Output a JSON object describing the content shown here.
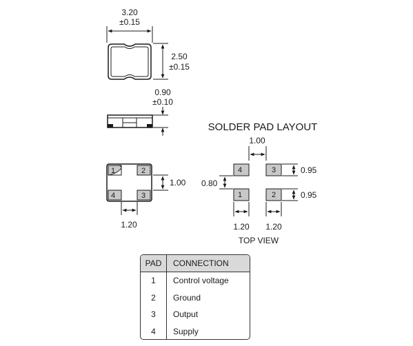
{
  "package": {
    "length": "3.20",
    "length_tol": "±0.15",
    "width": "2.50",
    "width_tol": "±0.15",
    "height": "0.90",
    "height_tol": "±0.10",
    "pad_gap": "1.00",
    "pad_pitch": "1.20",
    "pads": [
      "1",
      "2",
      "3",
      "4"
    ]
  },
  "solder_layout": {
    "title": "SOLDER PAD LAYOUT",
    "subtitle": "TOP VIEW",
    "gap_x": "1.00",
    "gap_y": "0.80",
    "pad_h_top": "0.95",
    "pad_h_bottom": "0.95",
    "pad_w_left": "1.20",
    "pad_w_right": "1.20",
    "pads": [
      "4",
      "3",
      "1",
      "2"
    ]
  },
  "table": {
    "header_pad": "PAD",
    "header_connection": "CONNECTION",
    "rows": [
      {
        "pad": "1",
        "connection": "Control voltage"
      },
      {
        "pad": "2",
        "connection": "Ground"
      },
      {
        "pad": "3",
        "connection": "Output"
      },
      {
        "pad": "4",
        "connection": "Supply"
      }
    ]
  },
  "colors": {
    "pad_fill": "#c8c8c8",
    "line": "#1a1a1a",
    "header_fill": "#d9d9d9"
  }
}
